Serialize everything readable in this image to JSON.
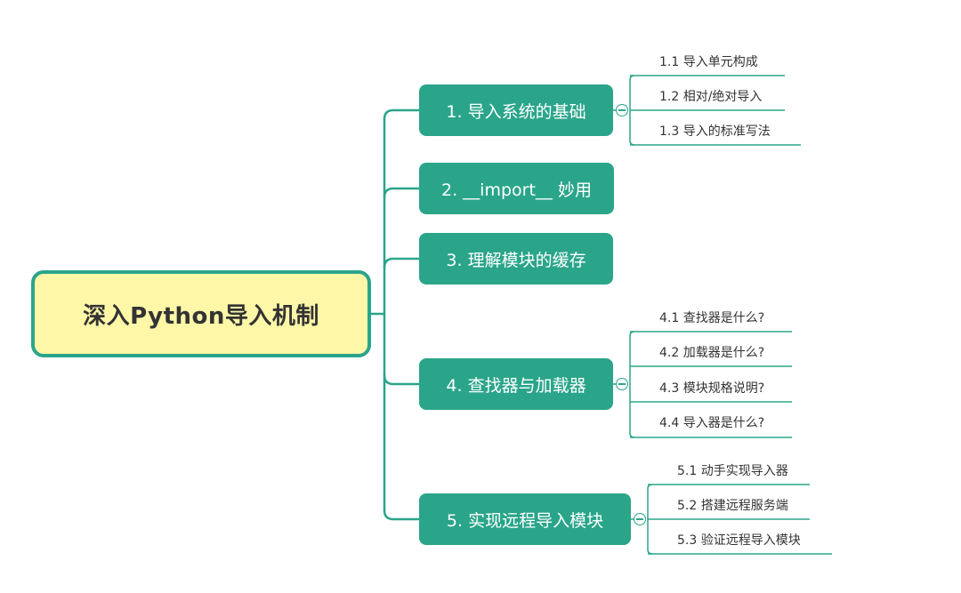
{
  "root": {
    "label": "深入Python导入机制"
  },
  "branches": [
    {
      "label": "1. 导入系统的基础",
      "children": [
        "1.1 导入单元构成",
        "1.2 相对/绝对导入",
        "1.3 导入的标准写法"
      ]
    },
    {
      "label": "2. __import__ 妙用",
      "children": []
    },
    {
      "label": "3. 理解模块的缓存",
      "children": []
    },
    {
      "label": "4. 查找器与加载器",
      "children": [
        "4.1 查找器是什么?",
        "4.2 加载器是什么?",
        "4.3 模块规格说明?",
        "4.4 导入器是什么?"
      ]
    },
    {
      "label": "5. 实现远程导入模块",
      "children": [
        "5.1 动手实现导入器",
        "5.2 搭建远程服务端",
        "5.3 验证远程导入模块"
      ]
    }
  ],
  "colors": {
    "branch_fill": "#2aa58a",
    "root_fill": "#fff7a8",
    "root_border": "#2aa58a",
    "connector": "#2aa58a"
  }
}
